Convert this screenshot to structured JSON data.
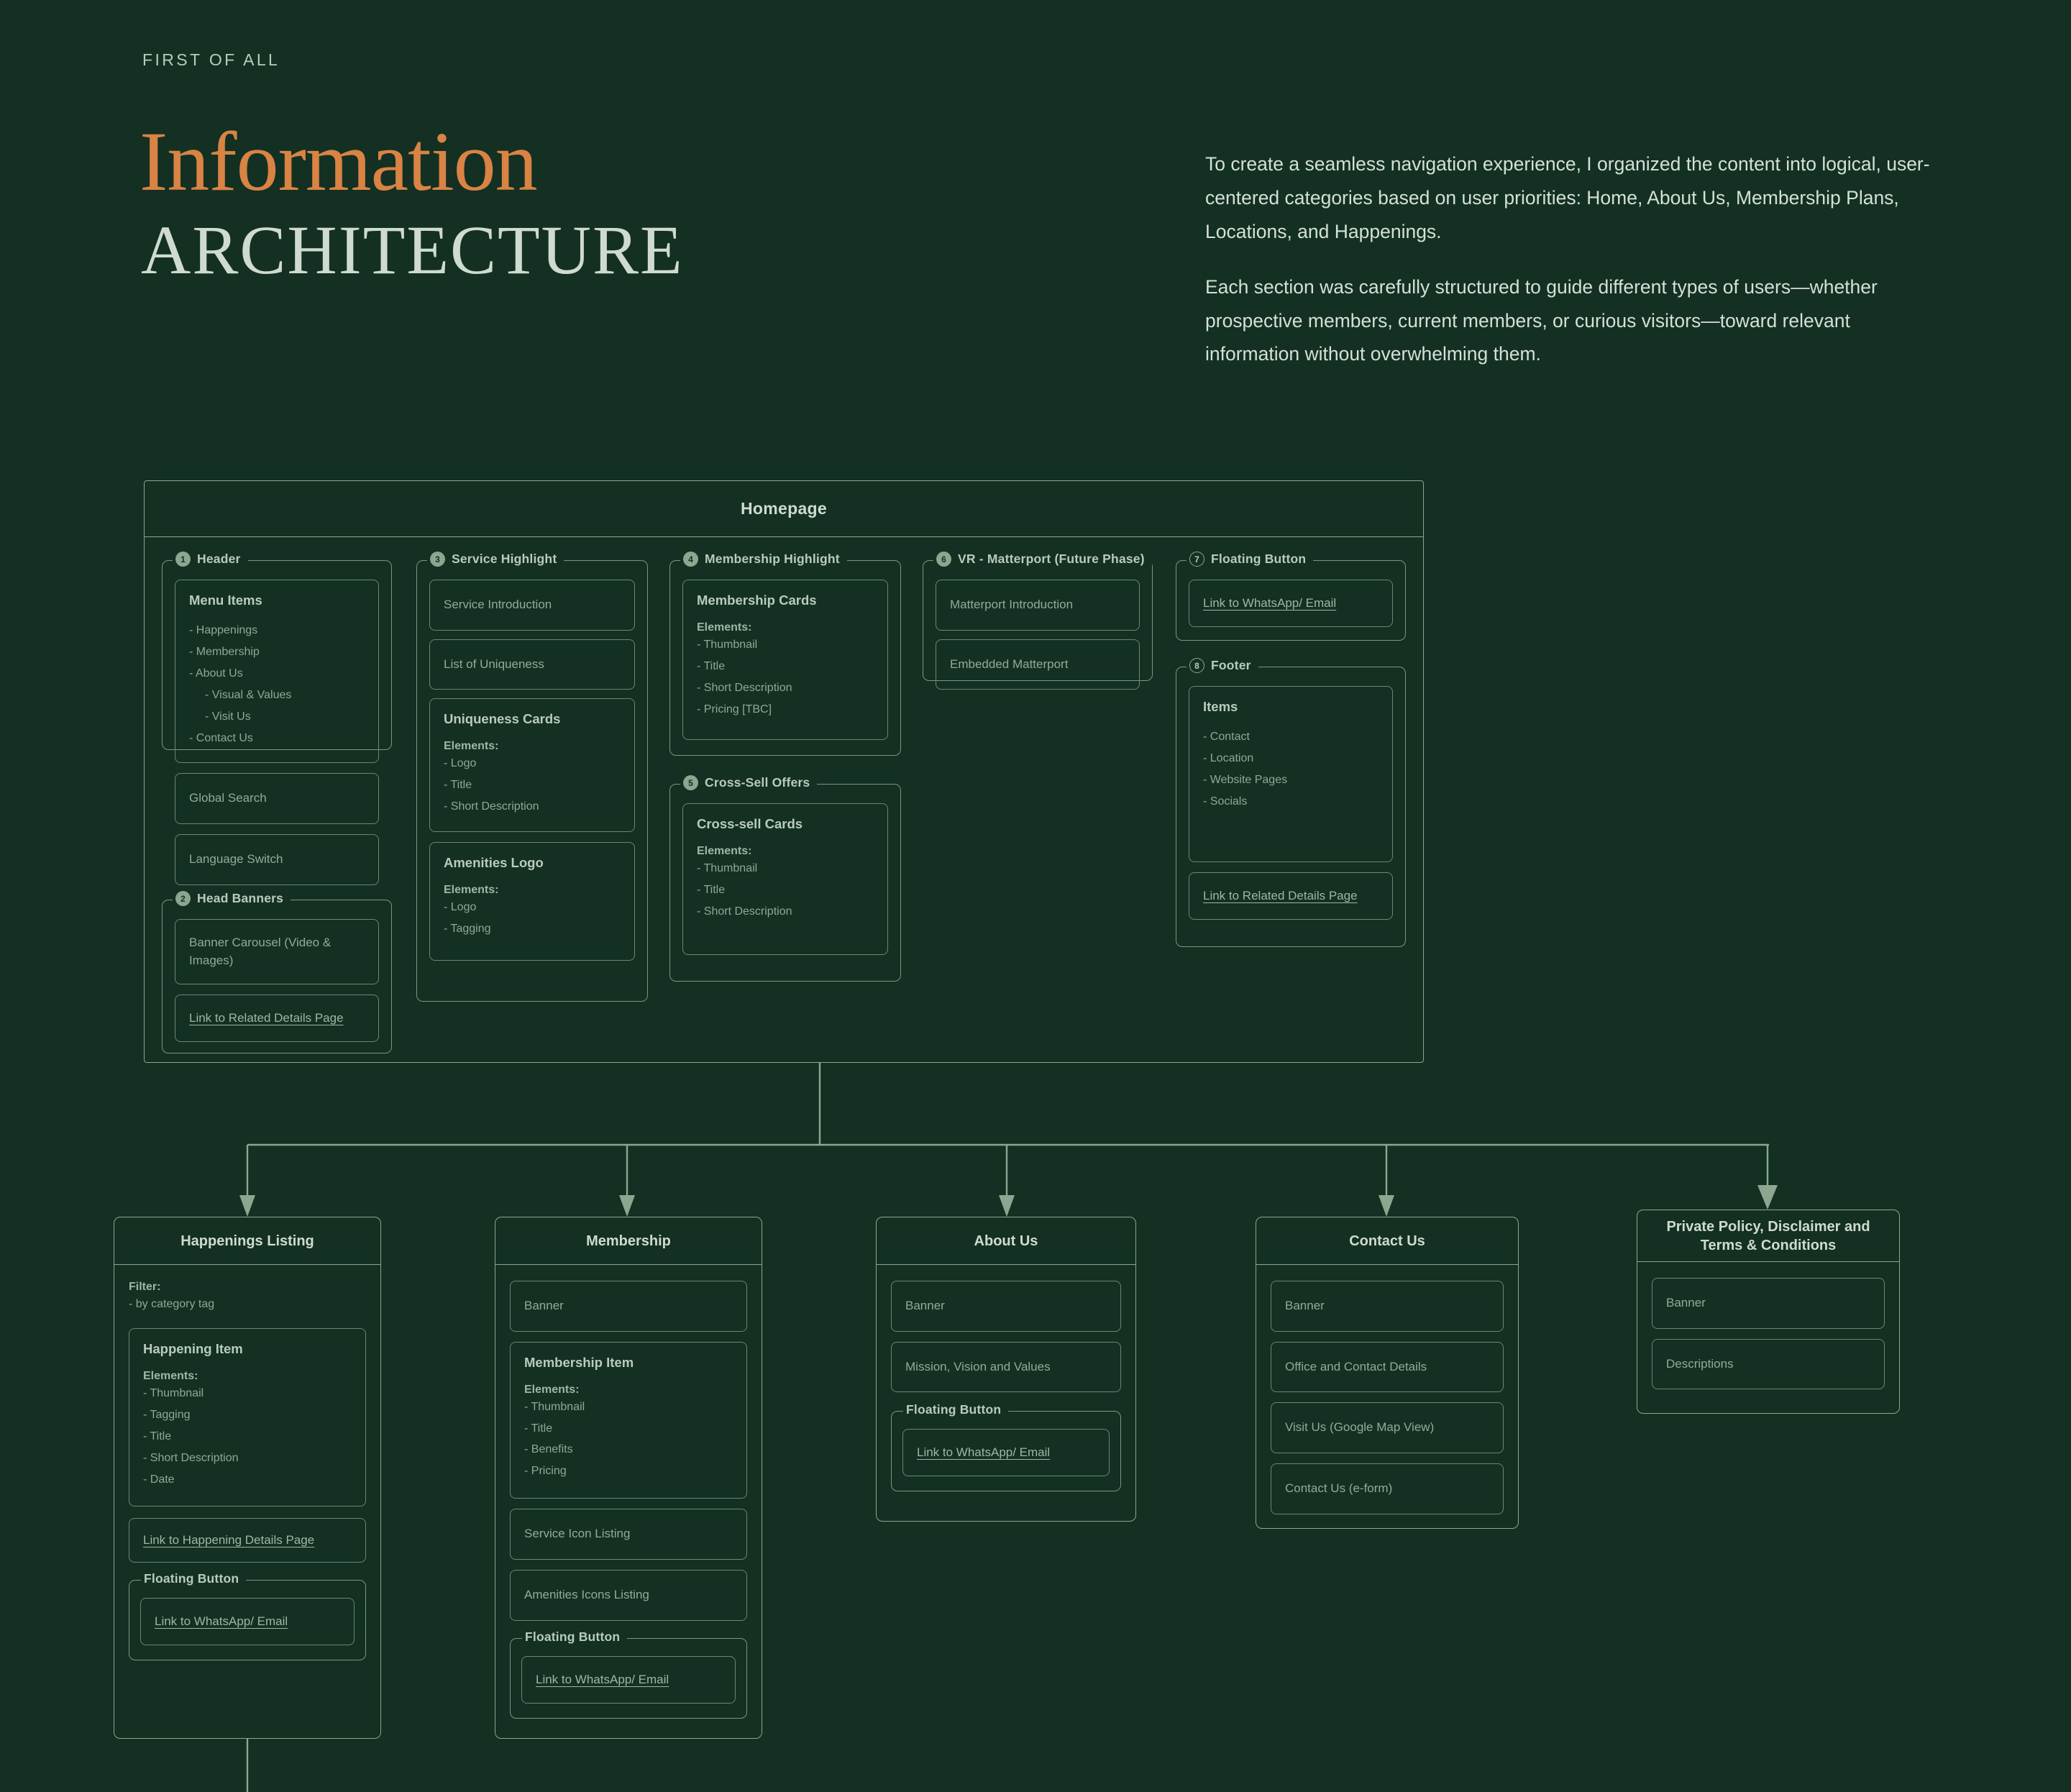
{
  "header": {
    "eyebrow": "FIRST OF ALL",
    "title_line1": "Information",
    "title_line2": "ARCHITECTURE",
    "paragraph1": "To create a seamless navigation experience, I organized the content into logical, user-centered categories based on user priorities: Home, About Us, Membership Plans, Locations, and Happenings.",
    "paragraph2": "Each section was carefully structured to guide different types of users—whether prospective members, current members, or curious visitors—toward relevant information without overwhelming them."
  },
  "colors": {
    "background": "#133023",
    "accent": "#d98344",
    "text": "#cfdbd0",
    "line": "#8ca690"
  },
  "homepage": {
    "title": "Homepage",
    "groups": {
      "g1": {
        "number": "1",
        "label": "Header",
        "menu_card": {
          "title": "Menu Items",
          "items": [
            "- Happenings",
            "- Membership",
            "- About Us",
            "- Visual & Values",
            "- Visit Us",
            "- Contact Us"
          ]
        },
        "global_search": "Global Search",
        "language_switch": "Language Switch"
      },
      "g2": {
        "number": "2",
        "label": "Head Banners",
        "banner_carousel": "Banner Carousel (Video & Images)",
        "related_link": "Link to Related Details Page"
      },
      "g3": {
        "number": "3",
        "label": "Service Highlight",
        "service_intro": "Service Introduction",
        "list_of_uniqueness": "List of Uniqueness",
        "uniqueness_cards": {
          "title": "Uniqueness Cards",
          "elements_label": "Elements:",
          "elements": [
            "- Logo",
            "- Title",
            "- Short Description"
          ]
        },
        "amenities_logo": {
          "title": "Amenities Logo",
          "elements_label": "Elements:",
          "elements": [
            "- Logo",
            "- Tagging"
          ]
        }
      },
      "g4": {
        "number": "4",
        "label": "Membership Highlight",
        "membership_cards": {
          "title": "Membership Cards",
          "elements_label": "Elements:",
          "elements": [
            "- Thumbnail",
            "- Title",
            "- Short Description",
            "- Pricing [TBC]"
          ]
        }
      },
      "g5": {
        "number": "5",
        "label": "Cross-Sell Offers",
        "crosssell_cards": {
          "title": "Cross-sell Cards",
          "elements_label": "Elements:",
          "elements": [
            "- Thumbnail",
            "- Title",
            "- Short Description"
          ]
        }
      },
      "g6": {
        "number": "6",
        "label": "VR - Matterport (Future Phase)",
        "matterport_intro": "Matterport Introduction",
        "embedded_matterport": "Embedded Matterport"
      },
      "g7": {
        "number": "7",
        "label": "Floating Button",
        "whatsapp_link": "Link to WhatsApp/ Email"
      },
      "g8": {
        "number": "8",
        "label": "Footer",
        "items_card": {
          "title": "Items",
          "items": [
            "- Contact",
            "- Location",
            "- Website Pages",
            "- Socials"
          ]
        },
        "related_link": "Link to Related Details Page"
      }
    }
  },
  "pages": {
    "happenings": {
      "title": "Happenings Listing",
      "filter_label": "Filter:",
      "filter_item": "- by category tag",
      "item_card": {
        "title": "Happening Item",
        "elements_label": "Elements:",
        "elements": [
          "- Thumbnail",
          "- Tagging",
          "- Title",
          "- Short Description",
          "- Date"
        ]
      },
      "details_link": "Link to Happening Details Page",
      "floating_label": "Floating Button",
      "whatsapp_link": "Link to WhatsApp/ Email"
    },
    "membership": {
      "title": "Membership",
      "banner": "Banner",
      "item_card": {
        "title": "Membership Item",
        "elements_label": "Elements:",
        "elements": [
          "- Thumbnail",
          "- Title",
          "- Benefits",
          "- Pricing"
        ]
      },
      "service_icon_listing": "Service Icon Listing",
      "amenities_icons_listing": "Amenities Icons Listing",
      "floating_label": "Floating Button",
      "whatsapp_link": "Link to WhatsApp/ Email"
    },
    "about": {
      "title": "About Us",
      "banner": "Banner",
      "mission": "Mission, Vision and Values",
      "floating_label": "Floating Button",
      "whatsapp_link": "Link to WhatsApp/ Email"
    },
    "contact": {
      "title": "Contact Us",
      "banner": "Banner",
      "office_details": "Office and Contact Details",
      "visit_us": "Visit Us (Google Map View)",
      "eform": "Contact Us (e-form)"
    },
    "policy": {
      "title": "Private Policy, Disclaimer and Terms & Conditions",
      "banner": "Banner",
      "descriptions": "Descriptions"
    }
  }
}
